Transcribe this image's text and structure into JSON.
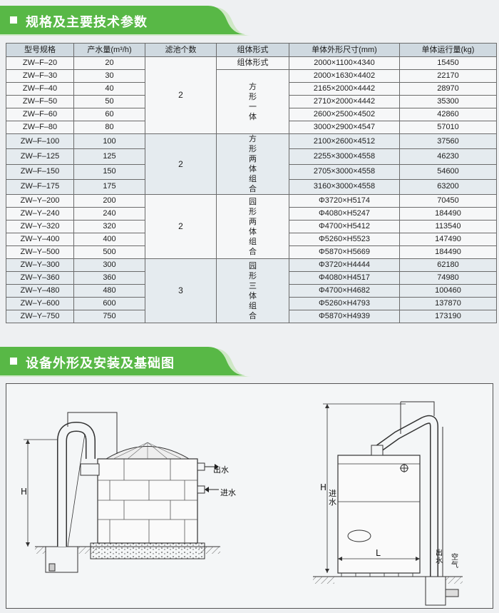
{
  "section1": {
    "title": "规格及主要技术参数"
  },
  "section2": {
    "title": "设备外形及安装及基础图"
  },
  "colors": {
    "banner_green": "#58b846",
    "banner_light": "#cfe8c6"
  },
  "table": {
    "headers": [
      "型号规格",
      "产水量(m³/h)",
      "滤池个数",
      "组体形式",
      "单体外形尺寸(mm)",
      "单体运行量(kg)"
    ],
    "groups": [
      {
        "count": "2",
        "form_label": "组体形式",
        "form": "方形一体",
        "rows": [
          {
            "model": "ZW–F–20",
            "output": "20",
            "size": "2000×1100×4340",
            "weight": "15450"
          },
          {
            "model": "ZW–F–30",
            "output": "30",
            "size": "2000×1630×4402",
            "weight": "22170"
          },
          {
            "model": "ZW–F–40",
            "output": "40",
            "size": "2165×2000×4442",
            "weight": "28970"
          },
          {
            "model": "ZW–F–50",
            "output": "50",
            "size": "2710×2000×4442",
            "weight": "35300"
          },
          {
            "model": "ZW–F–60",
            "output": "60",
            "size": "2600×2500×4502",
            "weight": "42860"
          },
          {
            "model": "ZW–F–80",
            "output": "80",
            "size": "3000×2900×4547",
            "weight": "57010"
          }
        ]
      },
      {
        "count": "2",
        "form": "方形两体组合",
        "rows": [
          {
            "model": "ZW–F–100",
            "output": "100",
            "size": "2100×2600×4512",
            "weight": "37560"
          },
          {
            "model": "ZW–F–125",
            "output": "125",
            "size": "2255×3000×4558",
            "weight": "46230"
          },
          {
            "model": "ZW–F–150",
            "output": "150",
            "size": "2705×3000×4558",
            "weight": "54600"
          },
          {
            "model": "ZW–F–175",
            "output": "175",
            "size": "3160×3000×4558",
            "weight": "63200"
          }
        ]
      },
      {
        "count": "2",
        "form": "园形两体组合",
        "rows": [
          {
            "model": "ZW–Y–200",
            "output": "200",
            "size": "Φ3720×H5174",
            "weight": "70450"
          },
          {
            "model": "ZW–Y–240",
            "output": "240",
            "size": "Φ4080×H5247",
            "weight": "184490"
          },
          {
            "model": "ZW–Y–320",
            "output": "320",
            "size": "Φ4700×H5412",
            "weight": "113540"
          },
          {
            "model": "ZW–Y–400",
            "output": "400",
            "size": "Φ5260×H5523",
            "weight": "147490"
          },
          {
            "model": "ZW–Y–500",
            "output": "500",
            "size": "Φ5870×H5669",
            "weight": "184490"
          }
        ]
      },
      {
        "count": "3",
        "form": "园形三体组合",
        "rows": [
          {
            "model": "ZW–Y–300",
            "output": "300",
            "size": "Φ3720×H4444",
            "weight": "62180"
          },
          {
            "model": "ZW–Y–360",
            "output": "360",
            "size": "Φ4080×H4517",
            "weight": "74980"
          },
          {
            "model": "ZW–Y–480",
            "output": "480",
            "size": "Φ4700×H4682",
            "weight": "100460"
          },
          {
            "model": "ZW–Y–600",
            "output": "600",
            "size": "Φ5260×H4793",
            "weight": "137870"
          },
          {
            "model": "ZW–Y–750",
            "output": "750",
            "size": "Φ5870×H4939",
            "weight": "173190"
          }
        ]
      }
    ]
  },
  "drawing": {
    "outlet_label": "出水",
    "inlet_label": "进水",
    "height_label": "H",
    "length_label": "L",
    "right_inlet_label": "进水",
    "right_water_label": "出水",
    "air_label": "空气"
  }
}
